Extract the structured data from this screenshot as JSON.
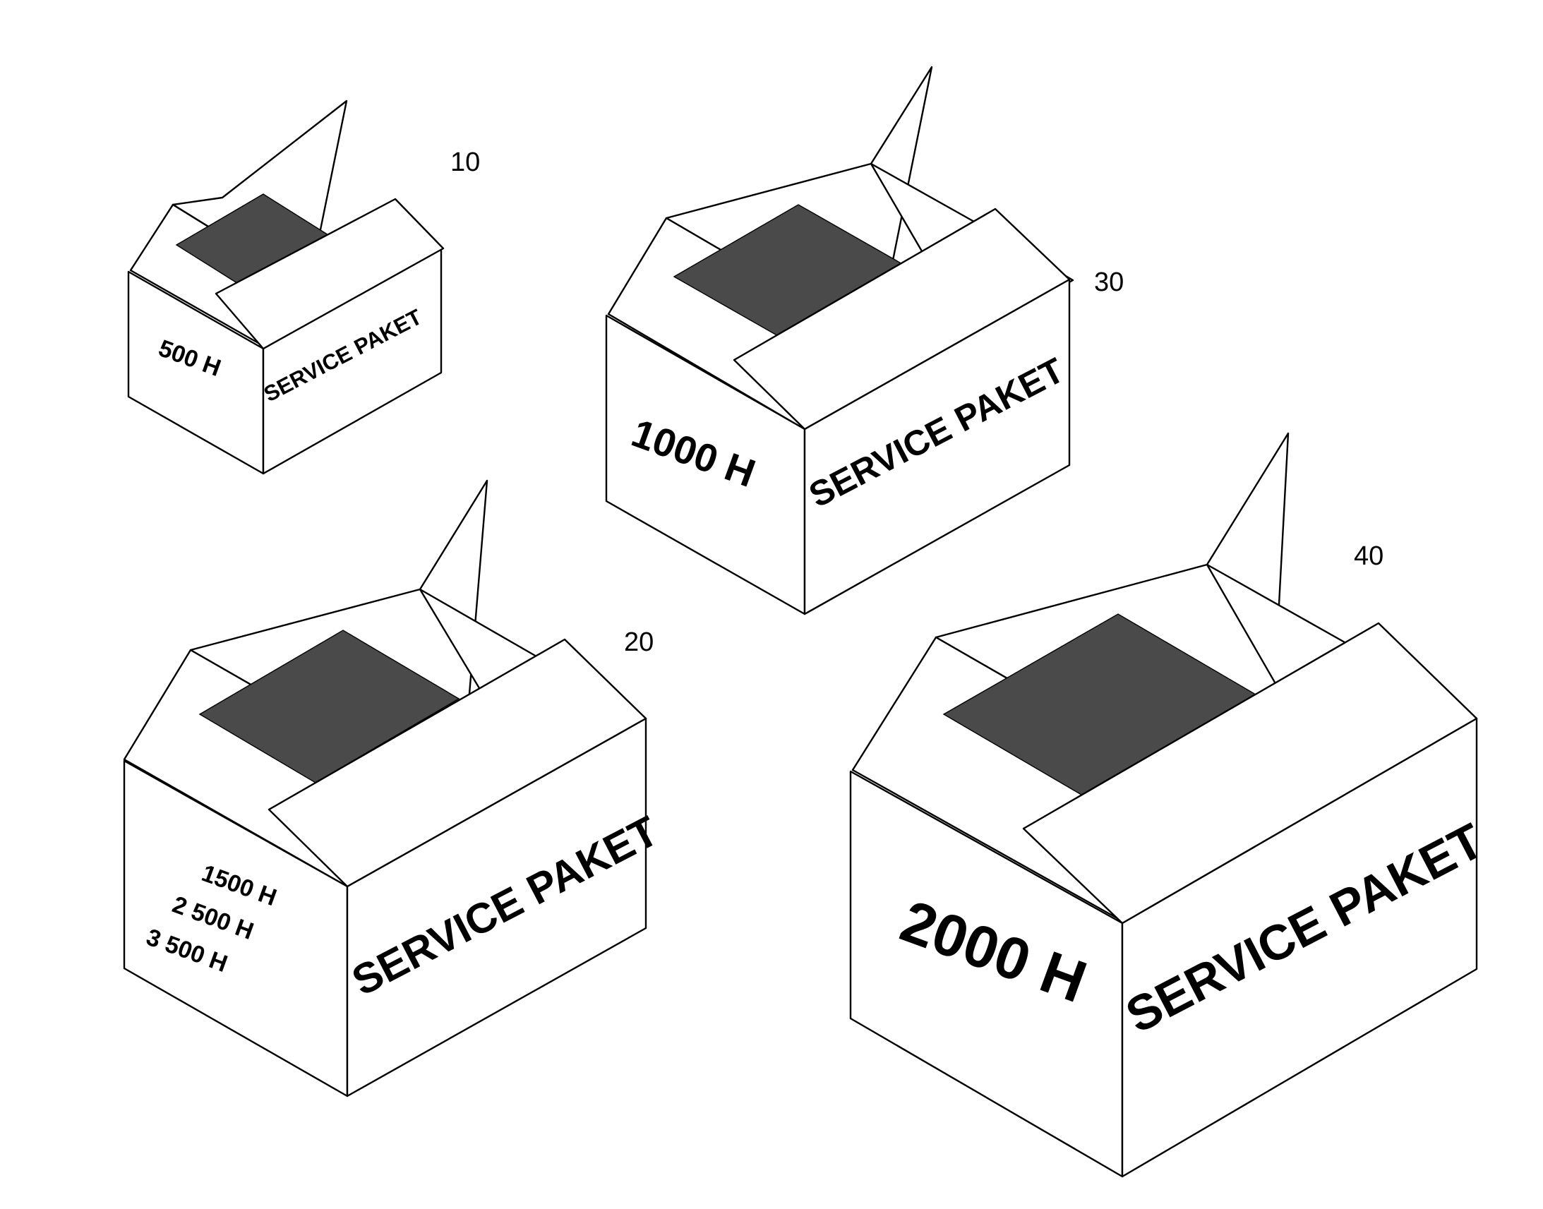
{
  "figure": {
    "boxes": [
      {
        "ref": "10",
        "side_label": "SERVICE PAKET",
        "front_lines": [
          "500 H"
        ]
      },
      {
        "ref": "20",
        "side_label": "SERVICE PAKET",
        "front_lines": [
          "1500 H",
          "2 500 H",
          "3 500 H"
        ]
      },
      {
        "ref": "30",
        "side_label": "SERVICE PAKET",
        "front_lines": [
          "1000 H"
        ]
      },
      {
        "ref": "40",
        "side_label": "SERVICE PAKET",
        "front_lines": [
          "2000 H"
        ]
      }
    ],
    "colors": {
      "line": "#000000",
      "tape": "#4a4a4a",
      "background": "#ffffff"
    }
  }
}
